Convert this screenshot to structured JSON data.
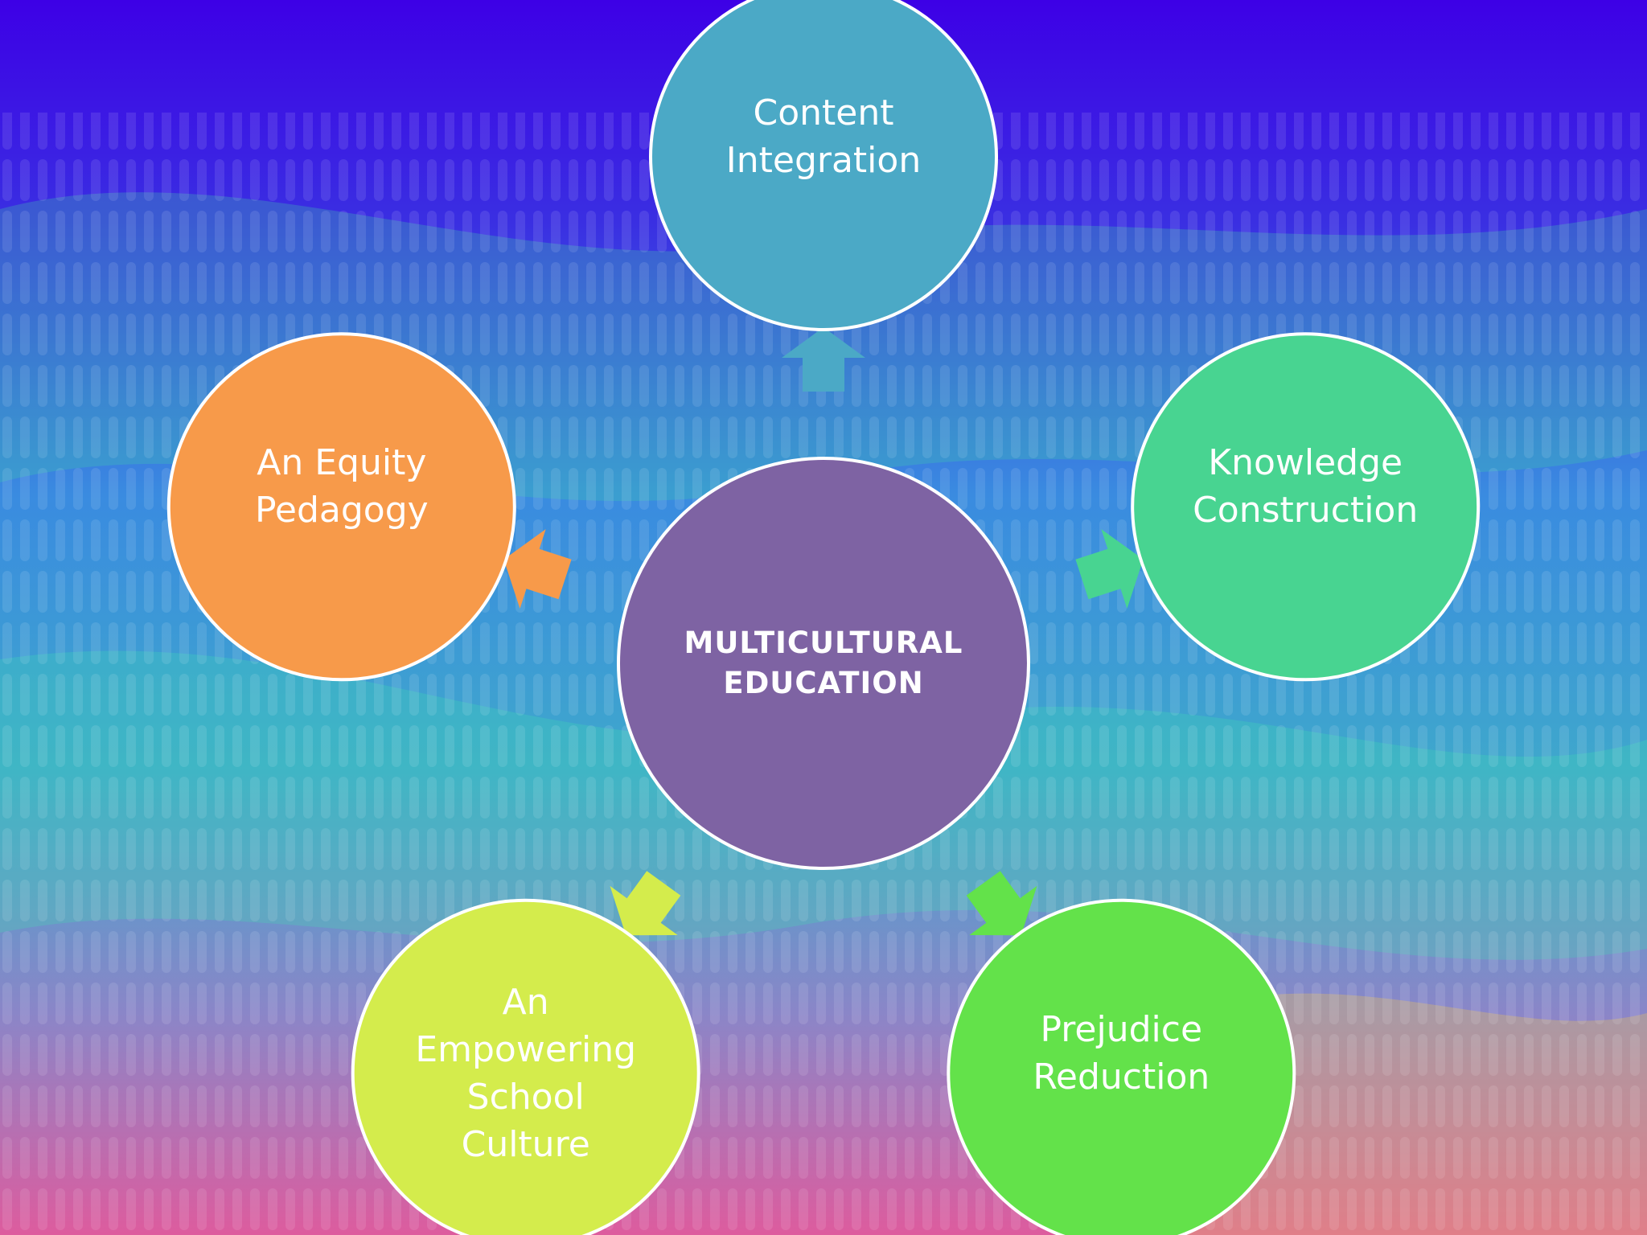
{
  "colors": {
    "background_top": "#3d00e6",
    "background_mid": "#2f8fdc",
    "background_bottom": "#d85aa3",
    "ring": "#ffffff"
  },
  "center": {
    "label": "MULTICULTURAL\nEDUCATION",
    "color": "#7e63a3"
  },
  "nodes": [
    {
      "id": "content-integration",
      "label": "Content\nIntegration",
      "color": "#4ba9c6",
      "icon": "arrow-up-icon"
    },
    {
      "id": "knowledge-construction",
      "label": "Knowledge\nConstruction",
      "color": "#48d491",
      "icon": "arrow-right-icon"
    },
    {
      "id": "prejudice-reduction",
      "label": "Prejudice\nReduction",
      "color": "#63e24a",
      "icon": "arrow-down-right-icon"
    },
    {
      "id": "empowering-school-culture",
      "label": "An\nEmpowering\nSchool\nCulture",
      "color": "#d4ec4c",
      "icon": "arrow-down-left-icon"
    },
    {
      "id": "equity-pedagogy",
      "label": "An Equity\nPedagogy",
      "color": "#f79a4a",
      "icon": "arrow-left-icon"
    }
  ]
}
